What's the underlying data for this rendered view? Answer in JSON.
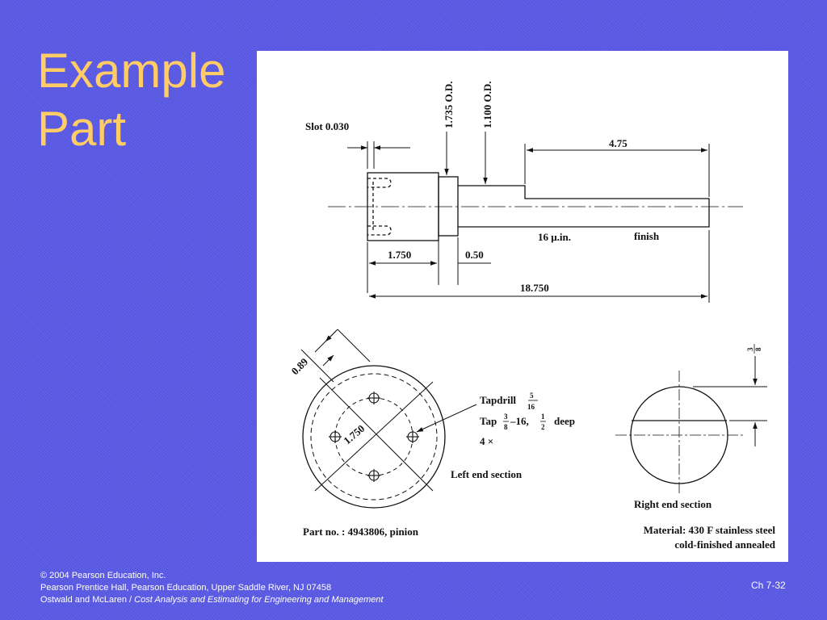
{
  "slide": {
    "title_line1": "Example",
    "title_line2": "Part",
    "background_color": "#5a5ae6",
    "title_color": "#ffcc66"
  },
  "drawing": {
    "slot_label": "Slot 0.030",
    "od_large": "1.735 O.D.",
    "od_small": "1.100 O.D.",
    "dim_475": "4.75",
    "dim_1750": "1.750",
    "dim_050": "0.50",
    "dim_18750": "18.750",
    "finish_value": "16 μ.in.",
    "finish_word": "finish",
    "dim_089": "0.89",
    "bolt_circle": "1.750",
    "tapdrill_label": "Tapdrill",
    "tapdrill_num": "5",
    "tapdrill_den": "16",
    "tap_label": "Tap",
    "tap_num": "3",
    "tap_den": "8",
    "tap_mid": "–16,",
    "depth_num": "1",
    "depth_den": "2",
    "depth_word": "deep",
    "count": "4 ×",
    "left_section": "Left end section",
    "right_section": "Right end section",
    "flat_num": "3",
    "flat_den": "8",
    "part_no": "Part no. : 4943806, pinion",
    "material_line1": "Material: 430 F stainless steel",
    "material_line2": "cold-finished annealed"
  },
  "footer": {
    "copyright": "© 2004 Pearson Education, Inc.",
    "publisher": "Pearson Prentice Hall, Pearson Education, Upper Saddle River, NJ 07458",
    "authors": "Ostwald and McLaren / ",
    "book_title": "Cost Analysis and Estimating for Engineering and Management",
    "slide_number": "Ch 7-32"
  }
}
